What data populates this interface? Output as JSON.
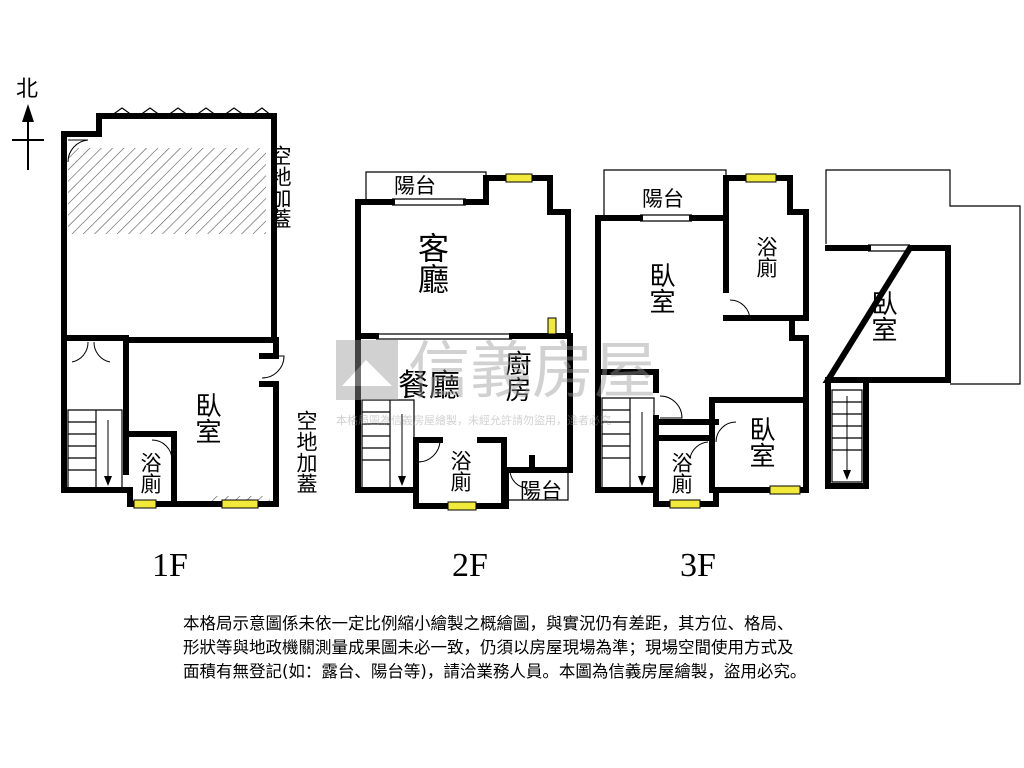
{
  "compass": {
    "label": "北"
  },
  "floors": [
    {
      "label": "1F",
      "rooms": {
        "bedroom": "臥室",
        "bath": "浴廁"
      },
      "annotations": {
        "top_right": "空地加蓋",
        "bottom_right": "空地加蓋"
      }
    },
    {
      "label": "2F",
      "rooms": {
        "balcony_top": "陽台",
        "living": "客廳",
        "dining": "餐廳",
        "kitchen": "廚房",
        "bath": "浴廁",
        "balcony_bottom": "陽台"
      }
    },
    {
      "label": "3F",
      "rooms": {
        "balcony": "陽台",
        "bedroom_main": "臥室",
        "bath_top": "浴廁",
        "bath_bottom": "浴廁",
        "bedroom_small": "臥室"
      }
    },
    {
      "label": "",
      "rooms": {
        "bedroom": "臥室"
      }
    }
  ],
  "watermark": {
    "brand": "信義房屋",
    "tagline": "本格局圖為信義房屋繪製，未經允許請勿盜用，違者必究"
  },
  "disclaimer": {
    "lines": [
      "本格局示意圖係未依一定比例縮小繪製之概繪圖，與實況仍有差距，其方位、格局、",
      "形狀等與地政機關測量成果圖未必一致，仍須以房屋現場為準；現場空間使用方式及",
      "面積有無登記(如：露台、陽台等)，請洽業務人員。本圖為信義房屋繪製，盜用必究。"
    ]
  },
  "colors": {
    "wall": "#000000",
    "window": "#f2ea3a",
    "watermark": "#9a9a9a"
  }
}
